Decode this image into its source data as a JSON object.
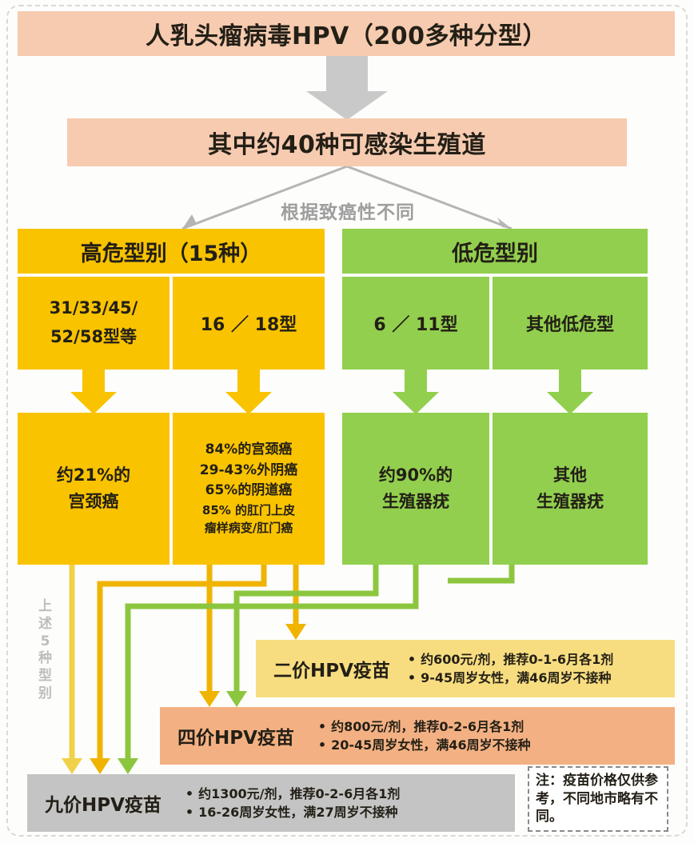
{
  "title": "人乳头瘤病毒HPV（200多种分型）",
  "genital": "其中约40种可感染生殖道",
  "branch_label": "根据致癌性不同",
  "categories": {
    "high": {
      "header": "高危型别（15种）",
      "types": [
        {
          "line1": "31/33/45/",
          "line2": "52/58型等"
        },
        {
          "label": "16 ／ 18型"
        }
      ]
    },
    "low": {
      "header": "低危型别",
      "types": [
        {
          "label": "6 ／ 11型"
        },
        {
          "label": "其他低危型"
        }
      ]
    }
  },
  "outcomes": {
    "high_other": [
      "约21%的",
      "宫颈癌"
    ],
    "high_1618": [
      "84%的宫颈癌",
      "29-43%外阴癌",
      "65%的阴道癌",
      "85% 的肛门上皮",
      "瘤样病变/肛门癌"
    ],
    "low_611": [
      "约90%的",
      "生殖器疣"
    ],
    "low_other": [
      "其他",
      "生殖器疣"
    ]
  },
  "side_note": "上述5种型别",
  "vaccines": [
    {
      "name": "二价HPV疫苗",
      "bullets": [
        "约600元/剂，推荐0-1-6月各1剂",
        "9-45周岁女性，满46周岁不接种"
      ],
      "color": "#f8dd80"
    },
    {
      "name": "四价HPV疫苗",
      "bullets": [
        "约800元/剂，推荐0-2-6月各1剂",
        "20-45周岁女性，满46周岁不接种"
      ],
      "color": "#f3b183"
    },
    {
      "name": "九价HPV疫苗",
      "bullets": [
        "约1300元/剂，推荐0-2-6月各1剂",
        "16-26周岁女性，满27周岁不接种"
      ],
      "color": "#c4c4c4"
    }
  ],
  "note": "注：疫苗价格仅供参考，不同地市略有不同。",
  "colors": {
    "peach": "#f6cbb0",
    "yellow": "#f9c300",
    "green": "#92cf4e",
    "grey_arrow": "#c9c9c9",
    "grey_box": "#c4c4c4"
  }
}
